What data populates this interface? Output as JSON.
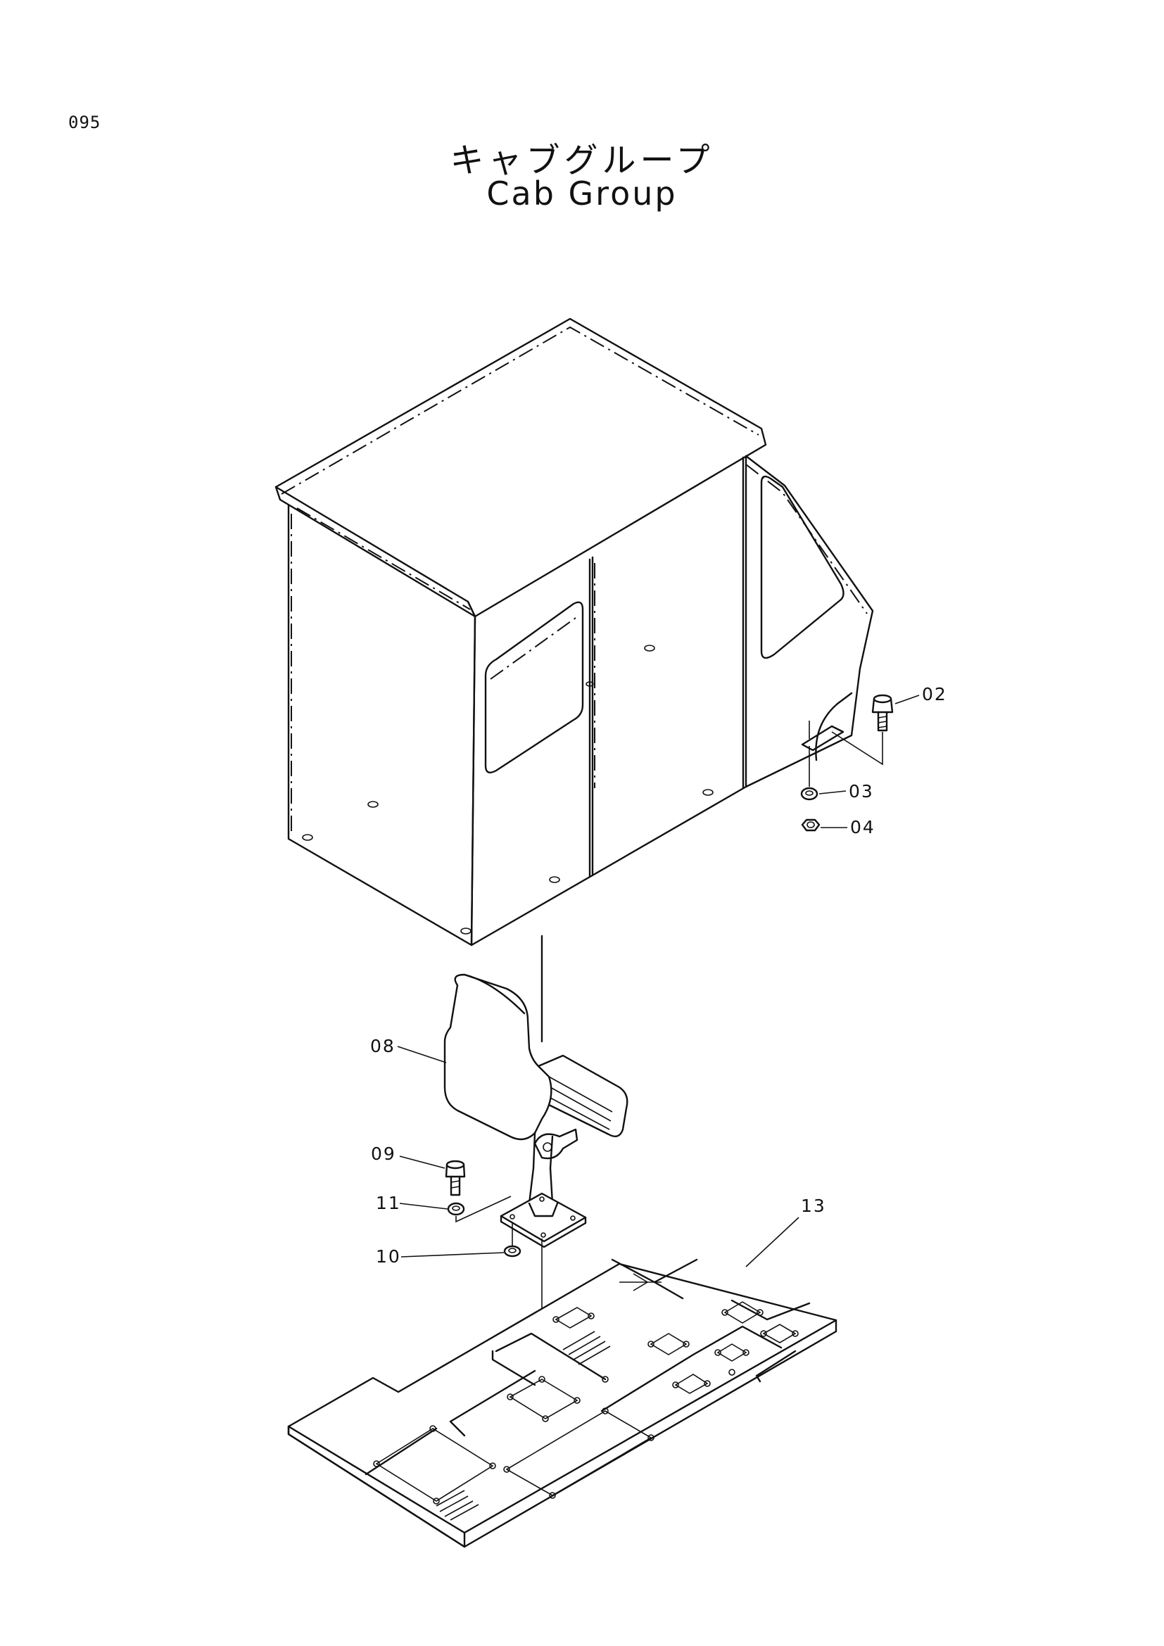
{
  "header": {
    "page_number": "095",
    "title_jp": "キャブグループ",
    "title_en": "Cab Group"
  },
  "callouts": [
    {
      "id": "02",
      "part": "bolt"
    },
    {
      "id": "03",
      "part": "washer"
    },
    {
      "id": "04",
      "part": "nut"
    },
    {
      "id": "08",
      "part": "seat"
    },
    {
      "id": "09",
      "part": "bolt"
    },
    {
      "id": "11",
      "part": "washer"
    },
    {
      "id": "10",
      "part": "washer"
    },
    {
      "id": "13",
      "part": "floor-mat"
    }
  ]
}
